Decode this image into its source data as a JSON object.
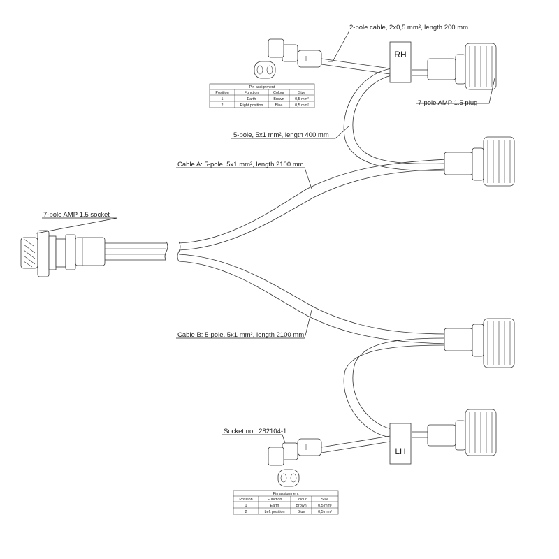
{
  "labels": {
    "two_pole_cable": "2-pole cable, 2x0,5 mm², length 200 mm",
    "plug_7pole": "7-pole AMP 1.5 plug",
    "five_pole_400": "5-pole, 5x1 mm², length 400 mm",
    "cable_a": "Cable A: 5-pole, 5x1 mm², length 2100 mm",
    "socket_7pole": "7-pole AMP 1.5 socket",
    "cable_b": "Cable B: 5-pole, 5x1 mm², length 2100 mm",
    "socket_no": "Socket no.: 282104-1"
  },
  "tags": {
    "rh": "RH",
    "lh": "LH"
  },
  "pin_tables": {
    "top": {
      "title": "Pin assignment",
      "headers": [
        "Position",
        "Function",
        "Colour",
        "Size"
      ],
      "rows": [
        [
          "1",
          "Earth",
          "Brown",
          "0,5 mm²"
        ],
        [
          "2",
          "Right position",
          "Blue",
          "0,5 mm²"
        ]
      ]
    },
    "bottom": {
      "title": "Pin assignment",
      "headers": [
        "Position",
        "Function",
        "Colour",
        "Size"
      ],
      "rows": [
        [
          "1",
          "Earth",
          "Brown",
          "0,5 mm²"
        ],
        [
          "2",
          "Left position",
          "Blue",
          "0,5 mm²"
        ]
      ]
    }
  }
}
